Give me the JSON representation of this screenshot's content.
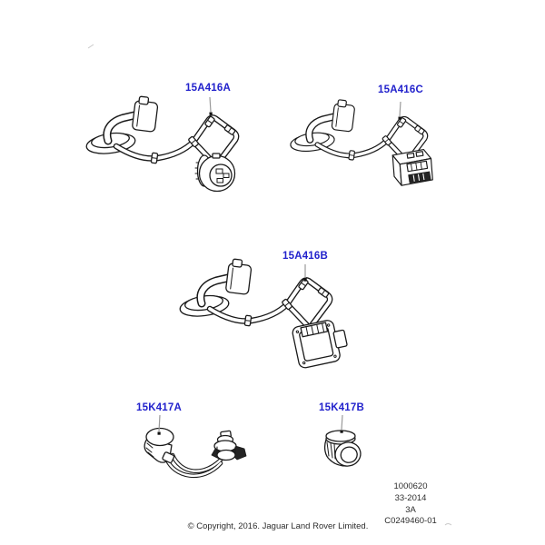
{
  "diagram": {
    "parts": [
      {
        "label": "15A416A",
        "drawing": "wiring-harness-round-connector"
      },
      {
        "label": "15A416C",
        "drawing": "wiring-harness-block-connector"
      },
      {
        "label": "15A416B",
        "drawing": "wiring-harness-flange-connector"
      },
      {
        "label": "15K417A",
        "drawing": "bulb-holder-with-wiring"
      },
      {
        "label": "15K417B",
        "drawing": "bulb-holder-socket"
      }
    ],
    "reference_block": {
      "lines": [
        "1000620",
        "33-2014",
        "3A",
        "C0249460-01"
      ]
    },
    "copyright": "© Copyright, 2016. Jaguar Land Rover Limited.",
    "colors": {
      "part_label": "#2222cc",
      "leader_line": "#999999",
      "line_art": "#1a1a1a",
      "background": "#ffffff"
    }
  }
}
